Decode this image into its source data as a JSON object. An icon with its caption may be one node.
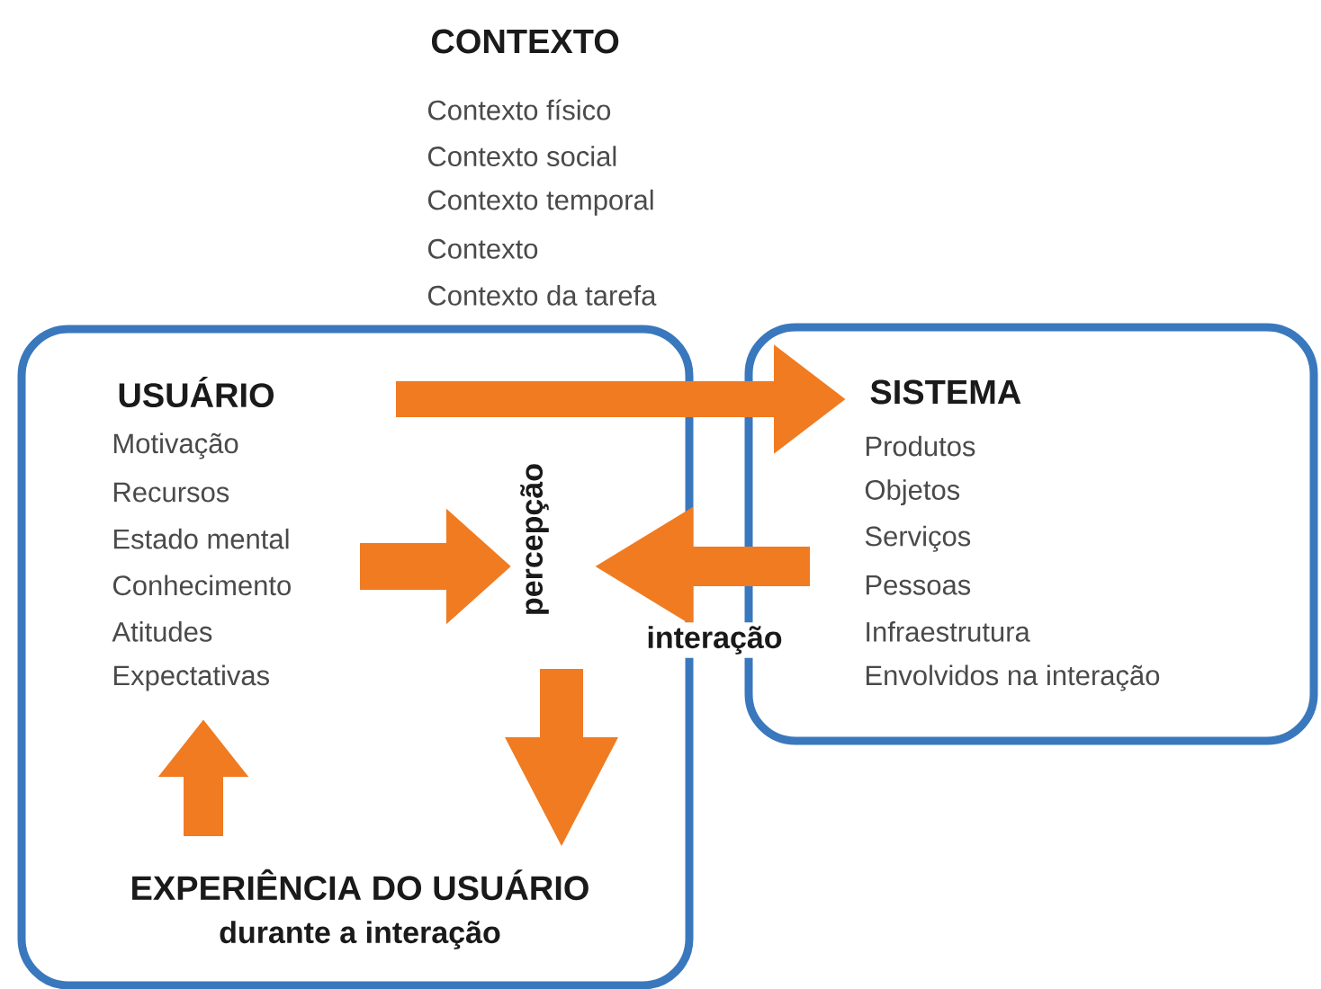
{
  "diagram": {
    "nodes": [
      {
        "text": [
          "USUÁRIO"
        ]
      },
      {
        "text": [
          "Motivação",
          "Recursos",
          "Estado mental",
          "Conhecimento",
          "Atitudes",
          "Expectativas"
        ],
        "in": 0
      },
      {
        "text": [
          "percepção"
        ],
        "in": 0
      },
      {
        "text": [
          "EXPERIÊNCIA DO USUÁRIO",
          "durante a interação"
        ],
        "in": 0
      },
      {
        "text": [
          "SISTEMA",
          "Produtos",
          "Objetos",
          "Serviços",
          "Pessoas",
          "Infraestrutura",
          "Envolvidos na interação"
        ]
      }
    ],
    "edges": [
      {
        "from": 0,
        "to": 4,
        "arrow": "to"
      },
      {
        "from": 1,
        "to": 2,
        "arrow": "to"
      },
      {
        "from": 4,
        "to": 2,
        "arrow": "to",
        "label": "interação"
      },
      {
        "from": 2,
        "to": 3,
        "arrow": "to"
      },
      {
        "from": 3,
        "to": 1,
        "arrow": "to"
      }
    ],
    "labels": [
      "CONTEXTO",
      "Contexto físico",
      "Contexto social",
      "Contexto temporal",
      "Contexto",
      "Contexto da tarefa"
    ]
  }
}
